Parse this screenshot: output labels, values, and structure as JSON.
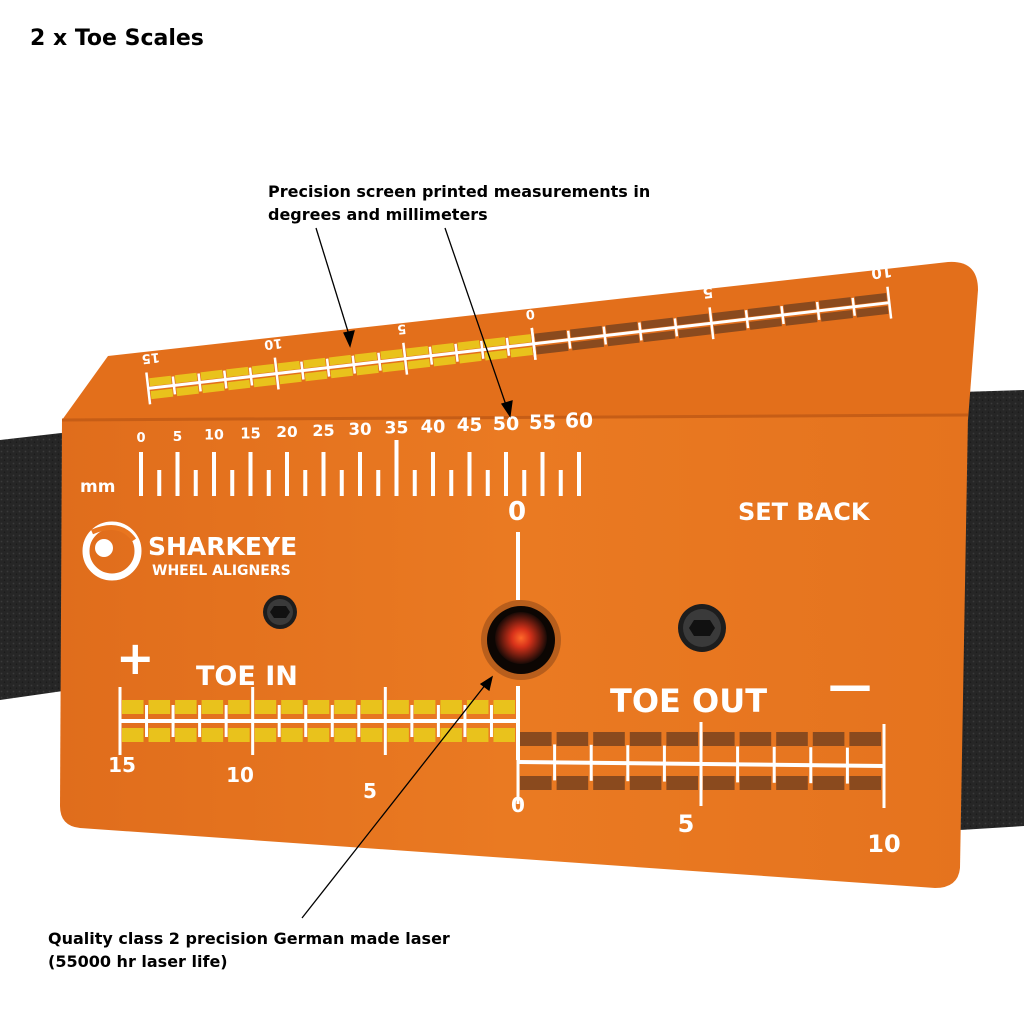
{
  "title": "2 x Toe Scales",
  "callouts": {
    "top_line1": "Precision screen printed measurements in",
    "top_line2": "degrees and millimeters",
    "bottom_line1": "Quality class 2 precision German made laser",
    "bottom_line2": "(55000 hr laser life)"
  },
  "plate": {
    "color": "#e8751f",
    "top_scale": {
      "left_labels": [
        "15",
        "10",
        "5",
        "0"
      ],
      "right_labels": [
        "5",
        "10"
      ],
      "left_color": "#e9c21c",
      "right_color": "#8a4a1e"
    },
    "mm_scale": {
      "unit": "mm",
      "labels": [
        "0",
        "5",
        "10",
        "15",
        "20",
        "25",
        "30",
        "35",
        "40",
        "45",
        "50",
        "55",
        "60"
      ]
    },
    "setback_label": "SET BACK",
    "center_zero": "0",
    "brand": {
      "name": "SHARKEYE",
      "tagline": "WHEEL ALIGNERS"
    },
    "toe_in_label": "TOE IN",
    "toe_out_label": "TOE OUT",
    "plus_sign": "+",
    "minus_sign": "—",
    "bottom_scale": {
      "left_labels": [
        "15",
        "10",
        "5",
        "0"
      ],
      "right_labels": [
        "5",
        "10"
      ]
    }
  }
}
